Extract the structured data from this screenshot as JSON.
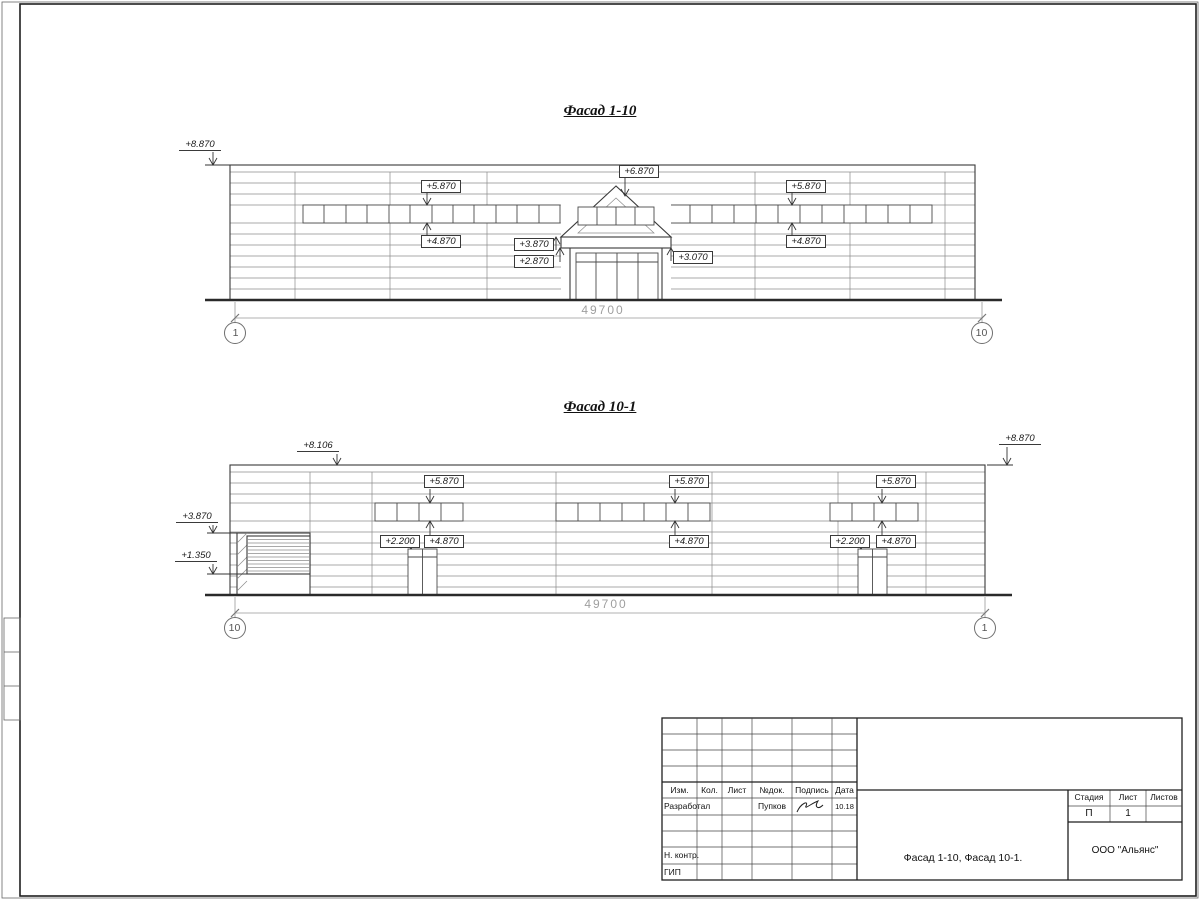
{
  "facade_top": {
    "title": "Фасад 1-10",
    "dimension": "49700",
    "axis_left": "1",
    "axis_right": "10",
    "marks": {
      "roof_left": "+8.870",
      "win_top_left": "+5.870",
      "pediment": "+6.870",
      "win_top_right": "+5.870",
      "win_bottom_left": "+4.870",
      "canopy_top": "+3.870",
      "canopy_bottom": "+2.870",
      "entry_right": "+3.070",
      "win_bottom_right": "+4.870"
    }
  },
  "facade_bottom": {
    "title": "Фасад 10-1",
    "dimension": "49700",
    "axis_left": "10",
    "axis_right": "1",
    "marks": {
      "roof_left": "+8.106",
      "roof_right": "+8.870",
      "block_top": "+3.870",
      "block_bottom": "+1.350",
      "win_top_1": "+5.870",
      "win_top_2": "+5.870",
      "win_top_3": "+5.870",
      "win_bottom_1": "+4.870",
      "win_bottom_2": "+4.870",
      "win_bottom_3": "+4.870",
      "door_1": "+2.200",
      "door_2": "+2.200"
    }
  },
  "title_block": {
    "columns": {
      "izm": "Изм.",
      "kol": "Кол.",
      "list": "Лист",
      "doc": "№док.",
      "sign": "Подпись",
      "date": "Дата"
    },
    "roles": {
      "developer_label": "Разработал",
      "developer_name": "Пупков",
      "developer_date": "10.18",
      "ncontrol_label": "Н. контр.",
      "gip_label": "ГИП"
    },
    "doc_title": "Фасад 1-10, Фасад 10-1.",
    "stage": {
      "stage_label": "Стадия",
      "sheet_label": "Лист",
      "sheets_label": "Листов",
      "stage_value": "П",
      "sheet_value": "1"
    },
    "organization": "ООО \"Альянс\""
  }
}
